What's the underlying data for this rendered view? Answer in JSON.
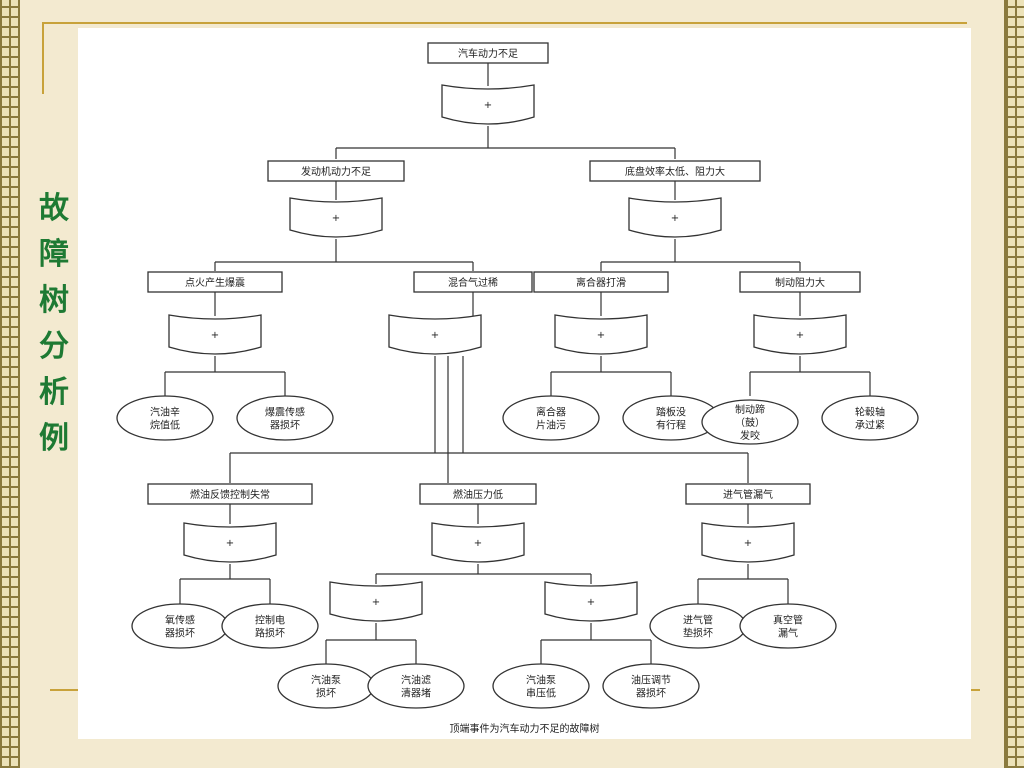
{
  "side_title": [
    "故",
    "障",
    "树",
    "分",
    "析",
    "例"
  ],
  "diagram": {
    "caption": "顶端事件为汽车动力不足的故障树",
    "gate_symbol": "+",
    "events": {
      "top": "汽车动力不足",
      "engine": "发动机动力不足",
      "chassis": "底盘效率太低、阻力大",
      "ignition": "点火产生爆震",
      "mixture": "混合气过稀",
      "clutch": "离合器打滑",
      "brake": "制动阻力大",
      "fuel_feedback": "燃油反馈控制失常",
      "fuel_pressure": "燃油压力低",
      "intake_leak": "进气管漏气"
    },
    "basic_events": {
      "octane": [
        "汽油辛",
        "烷值低"
      ],
      "knock_sensor": [
        "爆震传感",
        "器损坏"
      ],
      "clutch_plate": [
        "离合器",
        "片油污"
      ],
      "pedal": [
        "踏板没",
        "有行程"
      ],
      "brake_drum": [
        "制动蹄",
        "（鼓）",
        "发咬"
      ],
      "wheel_bearing": [
        "轮毂轴",
        "承过紧"
      ],
      "o2_sensor": [
        "氧传感",
        "器损坏"
      ],
      "control_circuit": [
        "控制电",
        "路损坏"
      ],
      "intake_gasket": [
        "进气管",
        "垫损坏"
      ],
      "vacuum_pipe": [
        "真空管",
        "漏气"
      ],
      "fuel_pump": [
        "汽油泵",
        "损坏"
      ],
      "fuel_filter": [
        "汽油滤",
        "清器堵"
      ],
      "pump_pressure": [
        "汽油泵",
        "串压低"
      ],
      "regulator": [
        "油压调节",
        "器损坏"
      ]
    }
  }
}
